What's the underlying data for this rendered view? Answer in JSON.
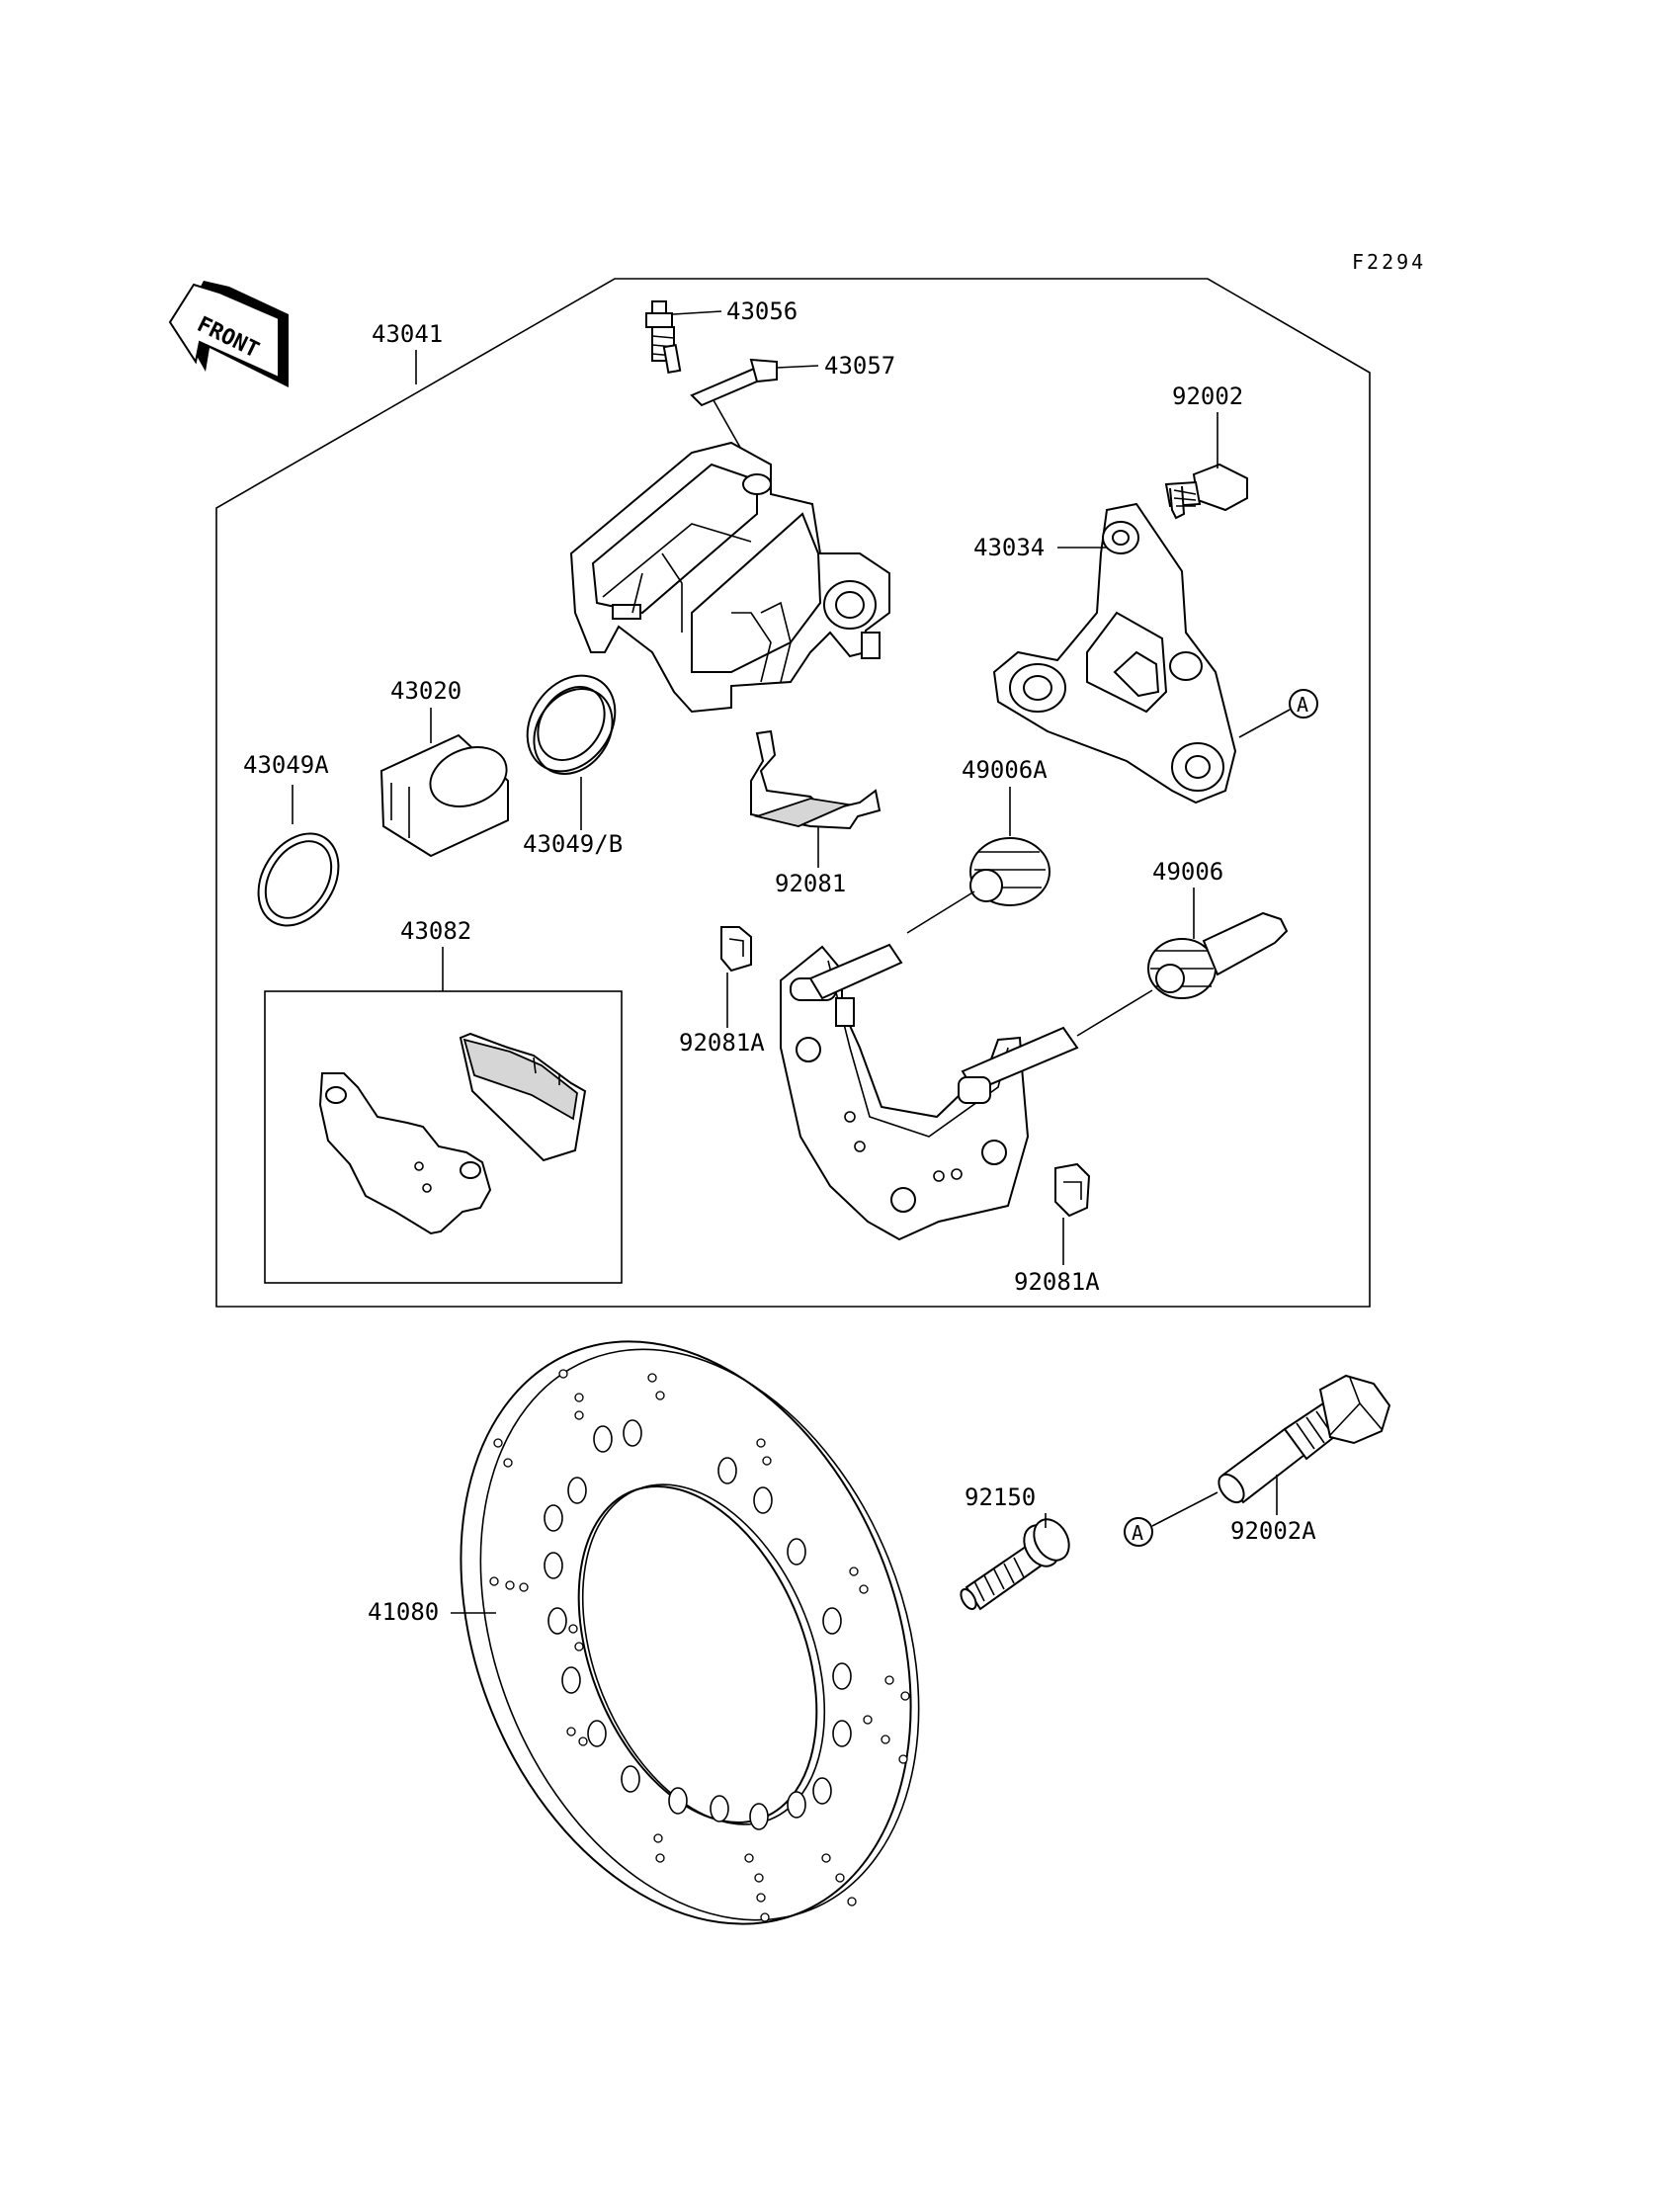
{
  "figure_code": "F2294",
  "front_marker": "FRONT",
  "ref_marker": "A",
  "labels": {
    "p43041": "43041",
    "p43056": "43056",
    "p43057": "43057",
    "p92002": "92002",
    "p43034": "43034",
    "p43020": "43020",
    "p43049A": "43049A",
    "p43049B": "43049/B",
    "p92081": "92081",
    "p49006A": "49006A",
    "p49006": "49006",
    "p43082": "43082",
    "p92081A_1": "92081A",
    "p92081A_2": "92081A",
    "p41080": "41080",
    "p92150": "92150",
    "p92002A": "92002A"
  }
}
